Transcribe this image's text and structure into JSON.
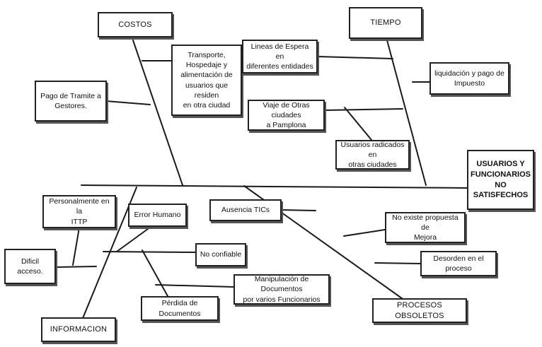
{
  "effect": "USUARIOS Y\nFUNCIONARIOS  NO\nSATISFECHOS",
  "categories": {
    "costos": "COSTOS",
    "tiempo": "TIEMPO",
    "informacion": "INFORMACION",
    "procesos": "PROCESOS OBSOLETOS"
  },
  "causes": {
    "transporte": "Transporte,\nHospedaje y\nalimentación de\nusuarios que residen\nen otra ciudad",
    "pago_tramite": "Pago de Tramite a\nGestores.",
    "lineas_espera": "Lineas de Espera en\ndiferentes entidades",
    "liquidacion": "liquidación y pago de\nImpuesto",
    "viaje": "Viaje de Otras ciudades\na Pamplona",
    "usuarios_radicados": "Usuarios radicados en\notras ciudades",
    "personalmente": "Personalmente en la\nITTP",
    "error_humano": "Error Humano",
    "dificil_acceso": "Dificil acceso.",
    "no_confiable": "No confiable",
    "manipulacion": "Manipulación de Documentos\npor varios Funcionarios",
    "perdida": "Pérdida de Documentos",
    "ausencia_tics": "Ausencia TICs",
    "no_propuesta": "No existe propuesta de\nMejora",
    "desorden": "Desorden en el proceso"
  }
}
